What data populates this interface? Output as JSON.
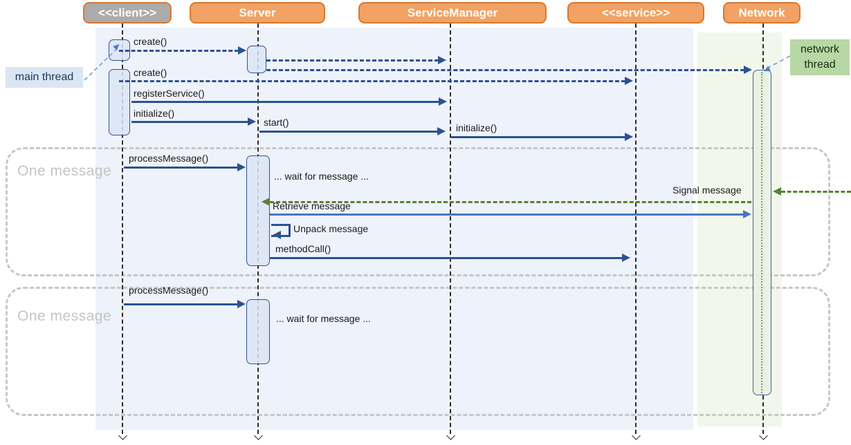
{
  "diagram_type": "uml-sequence-diagram",
  "lifelines": [
    {
      "id": "client",
      "label": "<<client>>",
      "header_style": "gray"
    },
    {
      "id": "server",
      "label": "Server",
      "header_style": "orange"
    },
    {
      "id": "service_manager",
      "label": "ServiceManager",
      "header_style": "orange"
    },
    {
      "id": "service",
      "label": "<<service>>",
      "header_style": "orange"
    },
    {
      "id": "network",
      "label": "Network",
      "header_style": "orange"
    }
  ],
  "notes": {
    "main_thread": {
      "label": "main thread",
      "color": "#dbe6f3"
    },
    "network_thread": {
      "label": "network thread",
      "color": "#b7d7a4"
    }
  },
  "frames": [
    {
      "label": "One message"
    },
    {
      "label": "One message"
    }
  ],
  "messages": {
    "create1": {
      "label": "create()",
      "from": "client",
      "to": "server",
      "style": "dashed"
    },
    "server_to_manager": {
      "label": "",
      "from": "server",
      "to": "service_manager",
      "style": "dashed"
    },
    "server_to_network": {
      "label": "",
      "from": "server",
      "to": "network",
      "style": "dashed"
    },
    "create2": {
      "label": "create()",
      "from": "client",
      "to": "service",
      "style": "dashed"
    },
    "register_service": {
      "label": "registerService()",
      "from": "client",
      "to": "service_manager",
      "style": "solid"
    },
    "initialize_server": {
      "label": "initialize()",
      "from": "client",
      "to": "server",
      "style": "solid"
    },
    "start": {
      "label": "start()",
      "from": "server",
      "to": "service_manager",
      "style": "solid"
    },
    "initialize_service": {
      "label": "initialize()",
      "from": "service_manager",
      "to": "service",
      "style": "solid"
    },
    "process_message_1": {
      "label": "processMessage()",
      "from": "client",
      "to": "server",
      "style": "solid"
    },
    "wait_1": {
      "label": "... wait for message ...",
      "type": "annotation"
    },
    "signal_message": {
      "label": "Signal message",
      "from": "external",
      "to": "network",
      "style": "dashed-green"
    },
    "signal_relay": {
      "label": "",
      "from": "network",
      "to": "server",
      "style": "dashed-green"
    },
    "retrieve_message": {
      "label": "Retrieve message",
      "from": "server",
      "to": "network",
      "style": "solid-lightblue"
    },
    "unpack_message": {
      "label": "Unpack message",
      "from": "server",
      "to": "server",
      "style": "self-call"
    },
    "method_call": {
      "label": "methodCall()",
      "from": "server",
      "to": "service",
      "style": "solid"
    },
    "process_message_2": {
      "label": "processMessage()",
      "from": "client",
      "to": "server",
      "style": "solid"
    },
    "wait_2": {
      "label": "... wait for message ...",
      "type": "annotation"
    }
  },
  "colors": {
    "header_orange": "#f1a264",
    "header_orange_border": "#d9772e",
    "header_gray": "#ababab",
    "arrow_navy": "#2b5291",
    "arrow_green": "#568233",
    "arrow_light_blue": "#4877c2",
    "activation_fill": "#dbe5f4",
    "network_activation_fill": "#eaf2e1",
    "main_thread_region": "#eef2fa",
    "network_thread_region": "#f2f7ec",
    "frame_border": "#c7c7c7",
    "note_blue": "#dbe6f3",
    "note_green": "#b7d7a4"
  }
}
